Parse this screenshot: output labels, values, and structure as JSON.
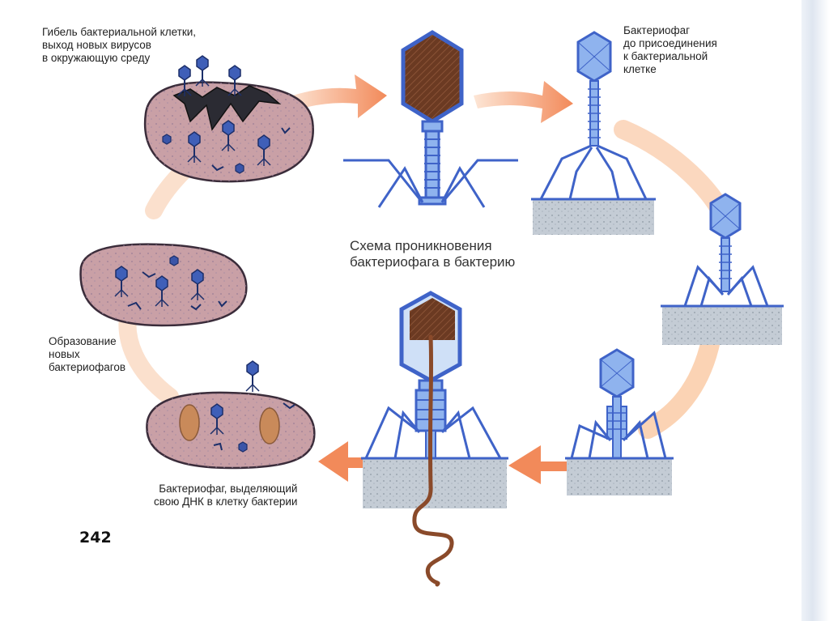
{
  "diagram": {
    "title_lines": [
      "Схема проникновения",
      "бактериофага в бактерию"
    ],
    "labels": {
      "cell_death": [
        "Гибель бактериальной клетки,",
        "выход новых вирусов",
        "в окружающую среду"
      ],
      "before_attach": [
        "Бактериофаг",
        "до присоединения",
        "к бактериальной",
        "клетке"
      ],
      "formation": [
        "Образование",
        "новых",
        "бактериофагов"
      ],
      "dna_release": [
        "Бактериофаг, выделяющий",
        "свою ДНК в клетку бактерии"
      ]
    },
    "page_number": "242"
  },
  "colors": {
    "arrow": "#f28a5a",
    "cell_fill": "#c9a0a6",
    "cell_stroke": "#3a2c3a",
    "phage_blue": "#3f63c8",
    "phage_head": "#8fb3ee",
    "dna": "#8a4a2a",
    "head_dna": "#6b3a22",
    "surface": "#b9c2cc"
  },
  "icons": [
    "phage-icon",
    "cycle-arrow-icon",
    "bacterium-icon"
  ]
}
